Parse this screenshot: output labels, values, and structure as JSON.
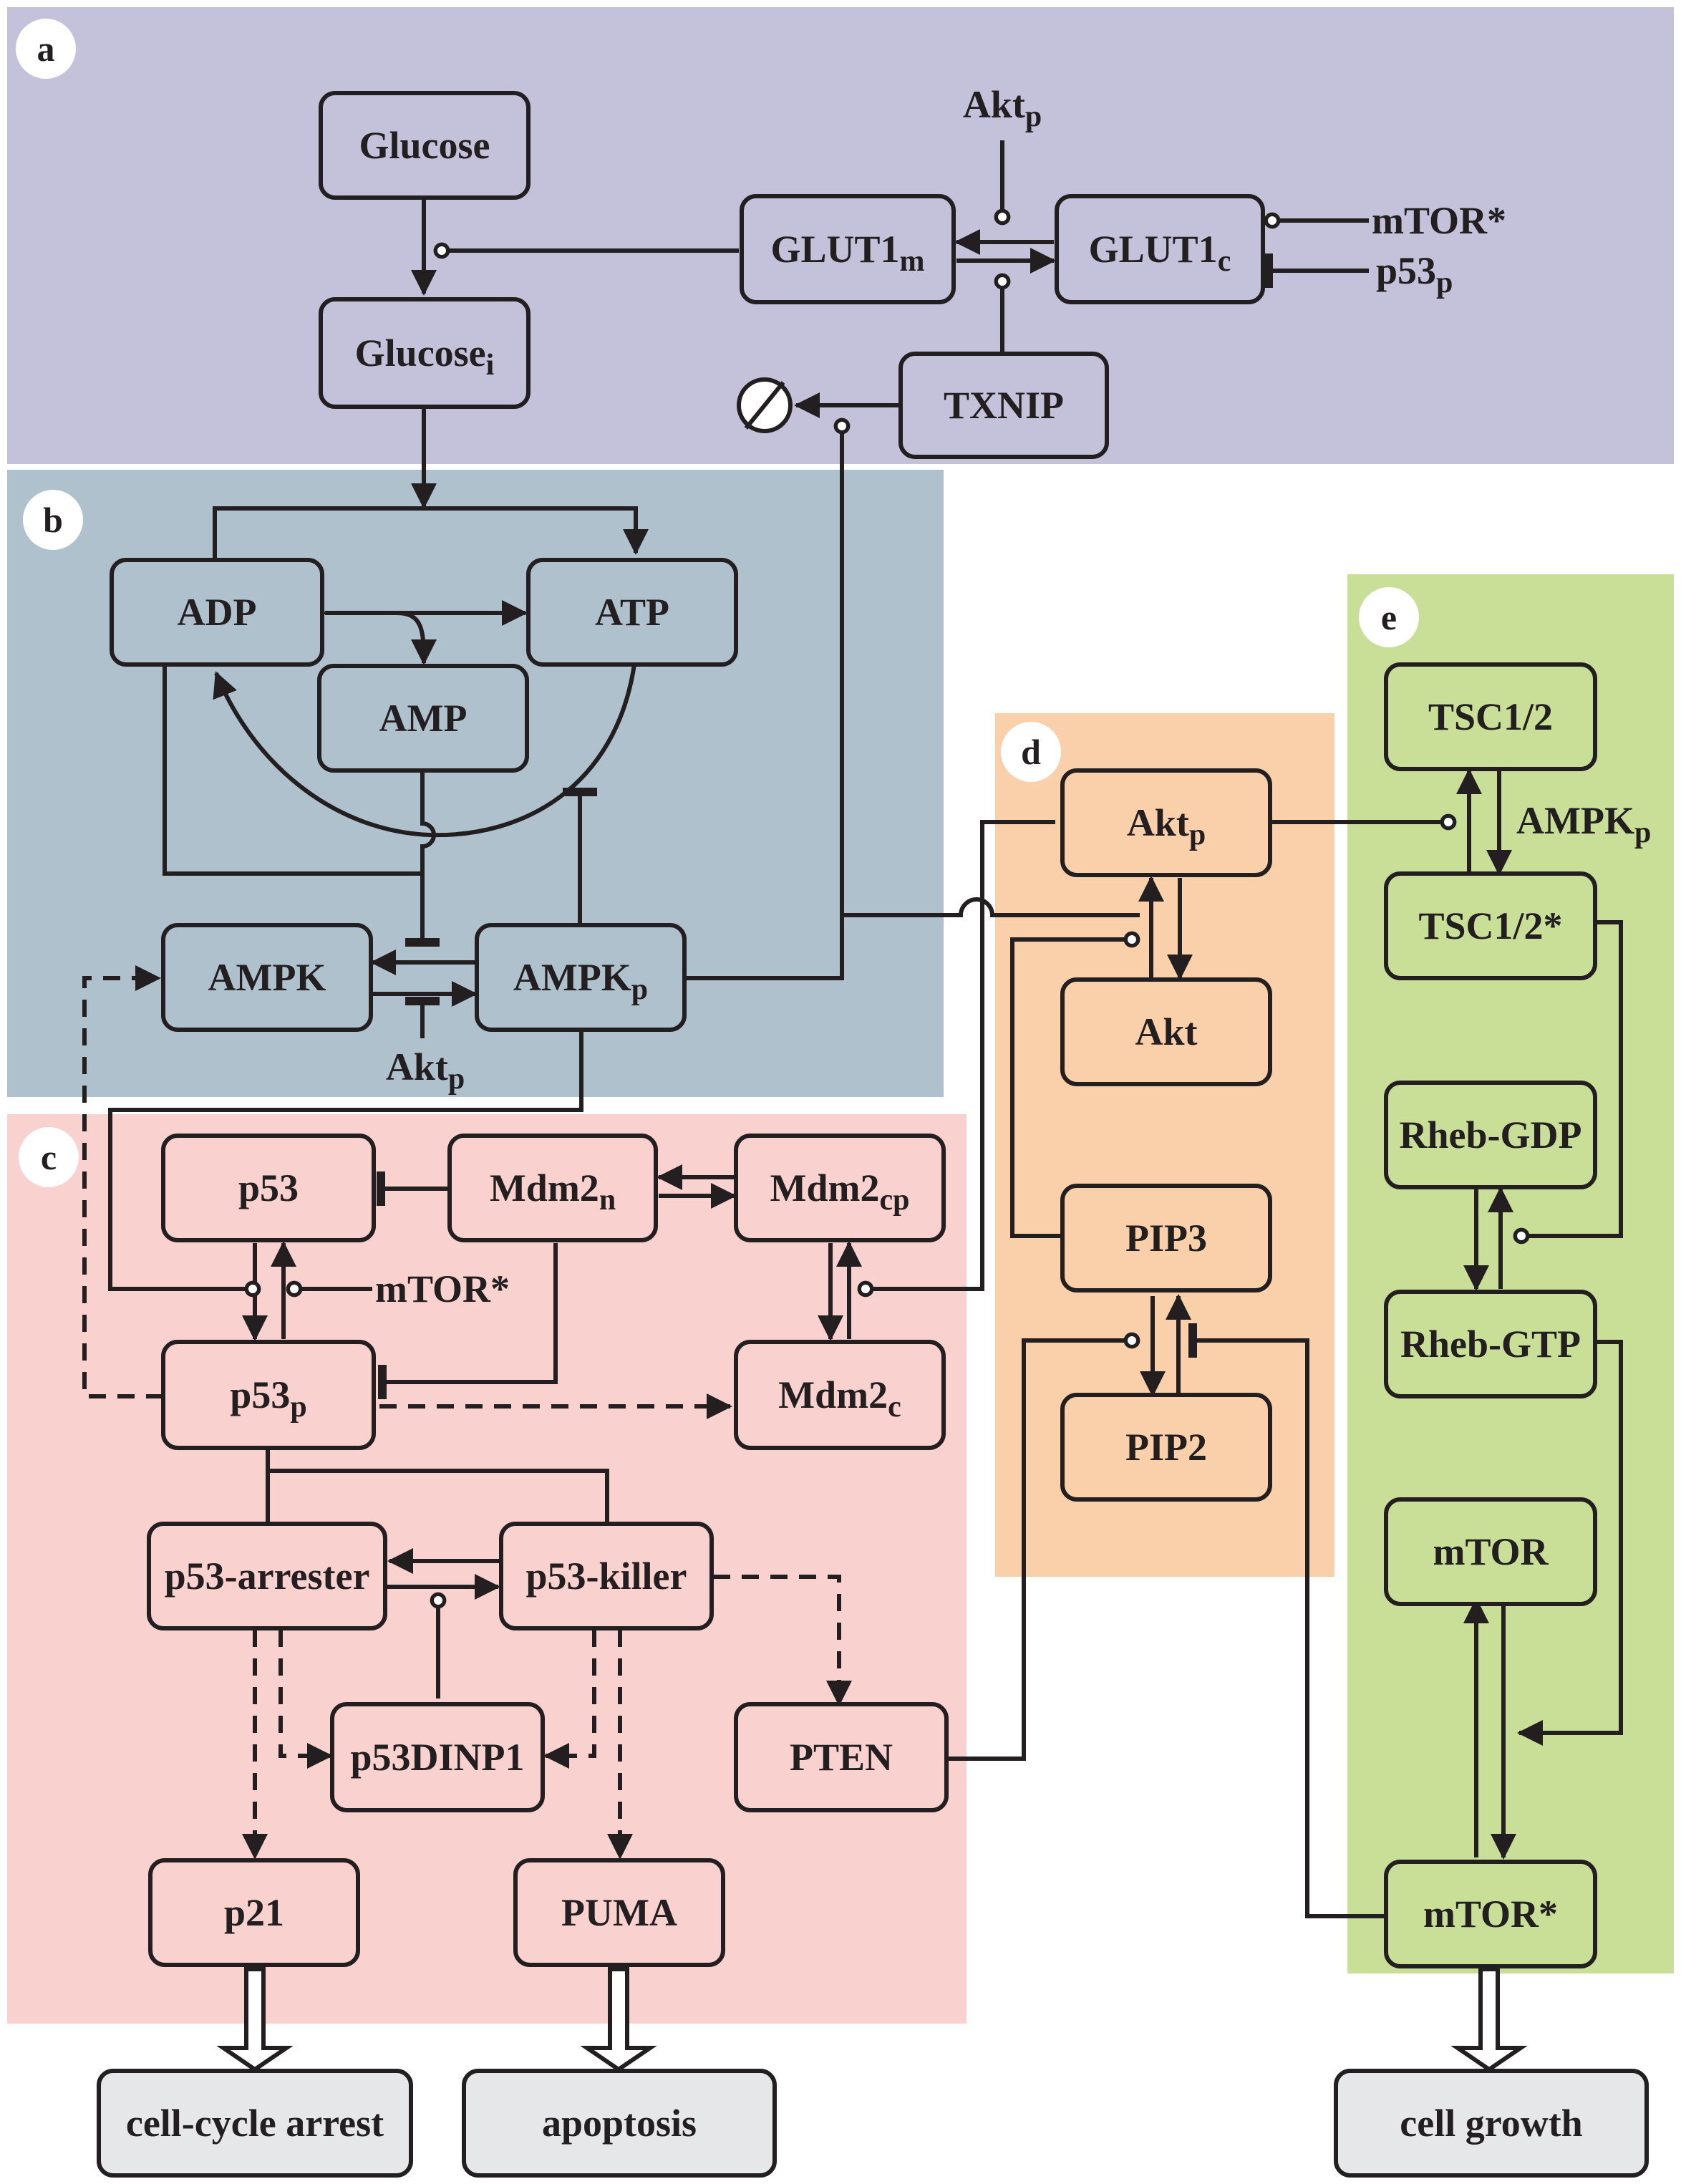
{
  "panels": {
    "a": {
      "letter": "a",
      "color": "#c4c1da"
    },
    "b": {
      "letter": "b",
      "color": "#afc1cd"
    },
    "c": {
      "letter": "c",
      "color": "#f9d1cf"
    },
    "d": {
      "letter": "d",
      "color": "#fad0aa"
    },
    "e": {
      "letter": "e",
      "color": "#c9df98"
    }
  },
  "outcome_color": "#e6e7e8",
  "nodes": {
    "glucose": {
      "label": "Glucose"
    },
    "glucose_i": {
      "label": "Glucose",
      "sub": "i"
    },
    "glut1_m": {
      "label": "GLUT1",
      "sub": "m"
    },
    "glut1_c": {
      "label": "GLUT1",
      "sub": "c"
    },
    "txnip": {
      "label": "TXNIP"
    },
    "adp": {
      "label": "ADP"
    },
    "atp": {
      "label": "ATP"
    },
    "amp": {
      "label": "AMP"
    },
    "ampk": {
      "label": "AMPK"
    },
    "ampk_p": {
      "label": "AMPK",
      "sub": "p"
    },
    "p53": {
      "label": "p53"
    },
    "mdm2_n": {
      "label": "Mdm2",
      "sub": "n"
    },
    "mdm2_cp": {
      "label": "Mdm2",
      "sub": "cp"
    },
    "p53_p": {
      "label": "p53",
      "sub": "p"
    },
    "mdm2_c": {
      "label": "Mdm2",
      "sub": "c"
    },
    "p53_arrester": {
      "label": "p53-arrester"
    },
    "p53_killer": {
      "label": "p53-killer"
    },
    "p53dinp1": {
      "label": "p53DINP1"
    },
    "pten": {
      "label": "PTEN"
    },
    "p21": {
      "label": "p21"
    },
    "puma": {
      "label": "PUMA"
    },
    "akt_p": {
      "label": "Akt",
      "sub": "p"
    },
    "akt": {
      "label": "Akt"
    },
    "pip3": {
      "label": "PIP3"
    },
    "pip2": {
      "label": "PIP2"
    },
    "tsc12": {
      "label": "TSC1/2"
    },
    "tsc12_star": {
      "label": "TSC1/2*"
    },
    "rheb_gdp": {
      "label": "Rheb-GDP"
    },
    "rheb_gtp": {
      "label": "Rheb-GTP"
    },
    "mtor": {
      "label": "mTOR"
    },
    "mtor_star": {
      "label": "mTOR*"
    },
    "cell_cycle_arrest": {
      "label": "cell-cycle arrest"
    },
    "apoptosis": {
      "label": "apoptosis"
    },
    "cell_growth": {
      "label": "cell growth"
    }
  },
  "labels": {
    "akt_p_a": {
      "label": "Akt",
      "sub": "p"
    },
    "mtor_star_a": {
      "label": "mTOR*"
    },
    "p53_p_a": {
      "label": "p53",
      "sub": "p"
    },
    "akt_p_b": {
      "label": "Akt",
      "sub": "p"
    },
    "mtor_star_c": {
      "label": "mTOR*"
    },
    "ampk_p_e": {
      "label": "AMPK",
      "sub": "p"
    }
  },
  "symbols": {
    "degradation": "empty-set-icon"
  }
}
